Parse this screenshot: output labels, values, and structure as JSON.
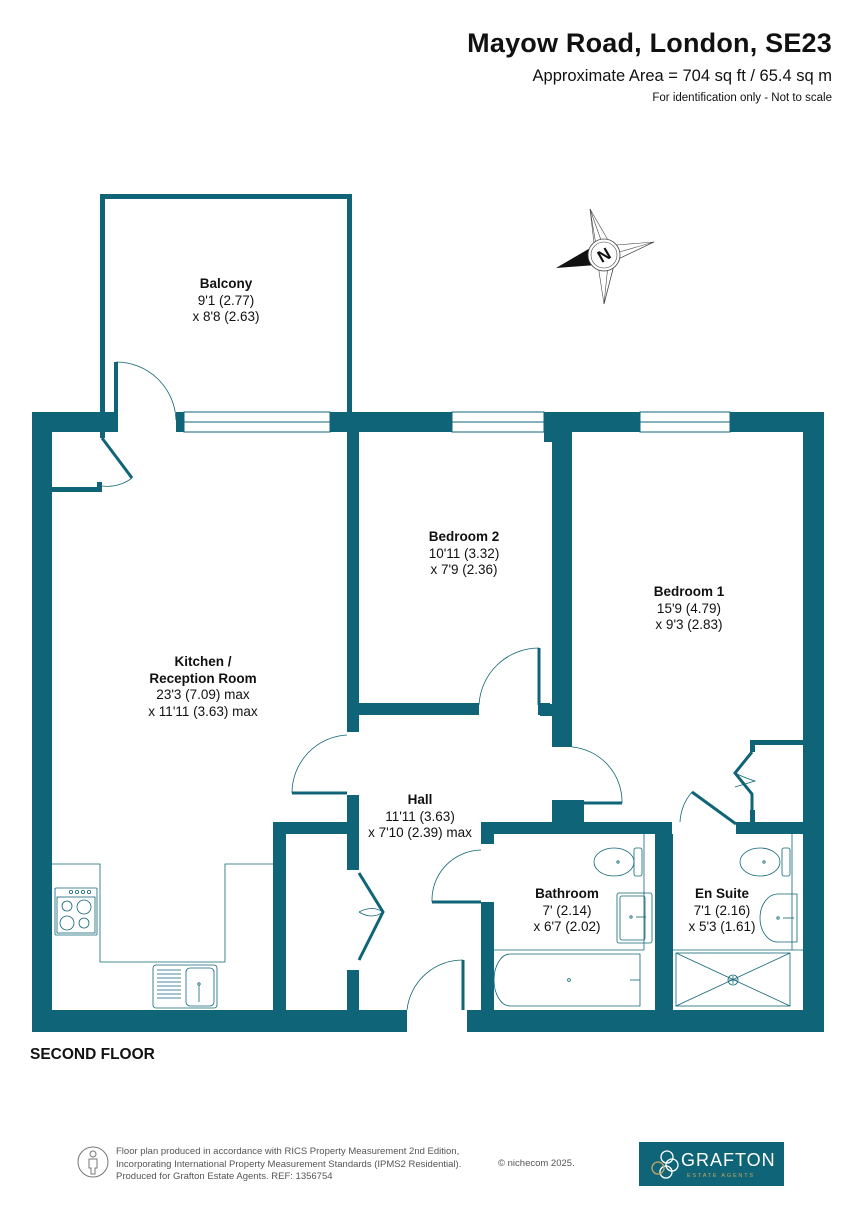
{
  "header": {
    "title": "Mayow Road, London, SE23",
    "area": "Approximate Area = 704 sq ft / 65.4 sq m",
    "note": "For identification only - Not to scale"
  },
  "compass": {
    "icon": "compass-north-icon",
    "letter": "N"
  },
  "colors": {
    "wall": "#0f6577",
    "fixture_line": "#0f6577",
    "text": "#111111",
    "logo_bg": "#0f6577",
    "logo_accent": "#c8a660"
  },
  "rooms": [
    {
      "name": "Balcony",
      "dim1": "9'1 (2.77)",
      "dim2": "x 8'8 (2.63)"
    },
    {
      "name": "Bedroom 2",
      "dim1": "10'11 (3.32)",
      "dim2": "x 7'9 (2.36)"
    },
    {
      "name": "Bedroom 1",
      "dim1": "15'9 (4.79)",
      "dim2": "x 9'3 (2.83)"
    },
    {
      "name_line1": "Kitchen /",
      "name": "Reception Room",
      "dim1": "23'3 (7.09) max",
      "dim2": "x 11'11 (3.63) max"
    },
    {
      "name": "Hall",
      "dim1": "11'11 (3.63)",
      "dim2": "x 7'10 (2.39) max"
    },
    {
      "name": "Bathroom",
      "dim1": "7' (2.14)",
      "dim2": "x 6'7 (2.02)"
    },
    {
      "name": "En Suite",
      "dim1": "7'1 (2.16)",
      "dim2": "x 5'3 (1.61)"
    }
  ],
  "floor_label": "SECOND FLOOR",
  "footer": {
    "line1": "Floor plan produced in accordance with RICS Property Measurement 2nd Edition,",
    "line2": "Incorporating International Property Measurement Standards (IPMS2 Residential).",
    "line3": "Produced for Grafton Estate Agents.   REF:  1356754",
    "copyright": "© nichecom 2025."
  },
  "logo": {
    "name": "GRAFTON",
    "subtitle": "ESTATE AGENTS"
  }
}
